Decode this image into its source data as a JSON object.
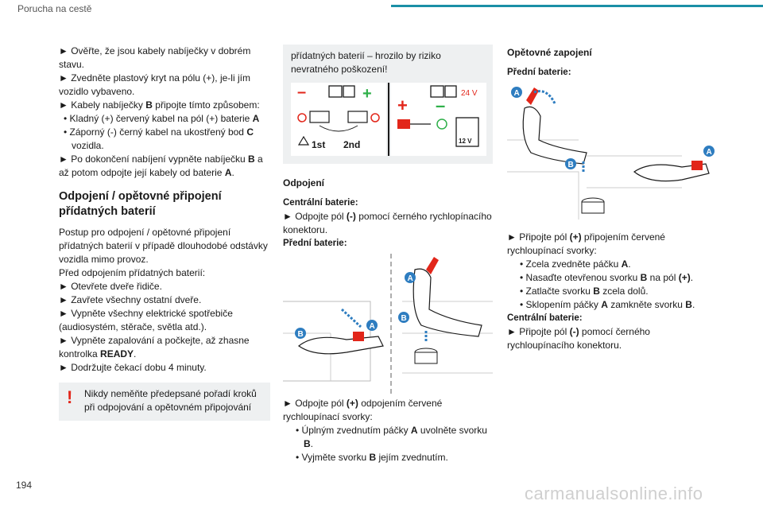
{
  "header": {
    "title": "Porucha na cestě"
  },
  "col1": {
    "p1": "► Ověřte, že jsou kabely nabíječky v dobrém stavu.",
    "p2": "► Zvedněte plastový kryt na pólu (+), je-li jím vozidlo vybaveno.",
    "p3a": "► Kabely nabíječky ",
    "p3b": "B",
    "p3c": " připojte tímto způsobem:",
    "p4a": "• Kladný (+) červený kabel na pól (+) baterie ",
    "p4b": "A",
    "p5a": "• Záporný (-) černý kabel na ukostřený bod ",
    "p5b": "C",
    "p5c": " vozidla.",
    "p6a": "► Po dokončení nabíjení vypněte nabíječku ",
    "p6b": "B",
    "p6c": " a až potom odpojte její kabely od baterie ",
    "p6d": "A",
    "p6e": ".",
    "h2": "Odpojení / opětovné připojení přídatných baterií",
    "p7": "Postup pro odpojení / opětovné připojení přídatných baterií v případě dlouhodobé odstávky vozidla mimo provoz.",
    "p8": "Před odpojením přídatných baterií:",
    "p9": "► Otevřete dveře řidiče.",
    "p10": "► Zavřete všechny ostatní dveře.",
    "p11": "► Vypněte všechny elektrické spotřebiče (audiosystém, stěrače, světla atd.).",
    "p12a": "► Vypněte zapalování a počkejte, až zhasne kontrolka ",
    "p12b": "READY",
    "p12c": ".",
    "p13": "► Dodržujte čekací dobu 4 minuty.",
    "warn": "Nikdy neměňte předepsané pořadí kroků při odpojování a opětovném připojování"
  },
  "col2": {
    "box": "přídatných baterií – hrozilo by riziko nevratného poškození!",
    "img1": {
      "label_1st": "1st",
      "label_2nd": "2nd",
      "minus": "–",
      "plus": "+",
      "v24": "24 V",
      "v12": "12 V"
    },
    "h3": "Odpojení",
    "h4a": "Centrální baterie:",
    "p1a": "► Odpojte pól ",
    "p1b": "(-)",
    "p1c": " pomocí černého rychlopínacího konektoru.",
    "h4b": "Přední baterie:",
    "img2": {
      "A": "A",
      "B": "B"
    },
    "p2a": "► Odpojte pól ",
    "p2b": "(+)",
    "p2c": " odpojením červené rychloupínací svorky:",
    "p3a": "• Úplným zvednutím páčky ",
    "p3b": "A",
    "p3c": " uvolněte svorku ",
    "p3d": "B",
    "p3e": ".",
    "p4a": "• Vyjměte svorku ",
    "p4b": "B",
    "p4c": " jejím zvednutím."
  },
  "col3": {
    "h3": "Opětovné zapojení",
    "h4a": "Přední baterie:",
    "img3": {
      "A": "A",
      "B": "B"
    },
    "p1a": "► Připojte pól ",
    "p1b": "(+)",
    "p1c": " připojením červené rychloupínací svorky:",
    "p2a": "• Zcela zvedněte páčku ",
    "p2b": "A",
    "p2c": ".",
    "p3a": "• Nasaďte otevřenou svorku ",
    "p3b": "B",
    "p3c": " na pól ",
    "p3d": "(+)",
    "p3e": ".",
    "p4a": "• Zatlačte svorku ",
    "p4b": "B",
    "p4c": " zcela dolů.",
    "p5a": "• Sklopením páčky ",
    "p5b": "A",
    "p5c": " zamkněte svorku ",
    "p5d": "B",
    "p5e": ".",
    "h4b": "Centrální baterie:",
    "p6a": "► Připojte pól ",
    "p6b": "(-)",
    "p6c": " pomocí černého rychloupínacího konektoru."
  },
  "footer": {
    "page_number": "194",
    "watermark": "carmanualsonline.info"
  },
  "colors": {
    "accent": "#1a8fa6",
    "red": "#e2261a",
    "green": "#2fb04a",
    "label_bubble": "#2e7dc0",
    "gray_box": "#eef0f1"
  }
}
